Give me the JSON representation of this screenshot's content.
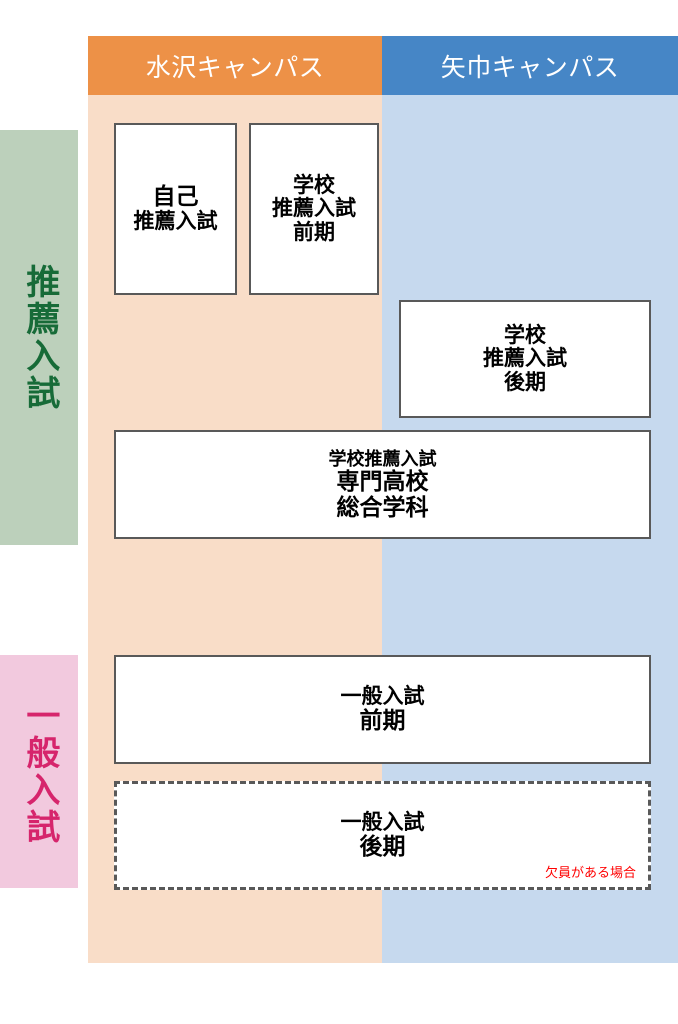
{
  "columns": [
    {
      "key": "mizusawa",
      "header": "水沢キャンパス",
      "header_color": "#ED9147",
      "body_color": "#F9DDC8"
    },
    {
      "key": "yahaba",
      "header": "矢巾キャンパス",
      "header_color": "#4686C6",
      "body_color": "#C6D9EE"
    }
  ],
  "categories": [
    {
      "key": "suisen",
      "label": "推薦入試",
      "text_color": "#176B38",
      "band_color": "#BCD0BB"
    },
    {
      "key": "ippan",
      "label": "一般入試",
      "text_color": "#D6256C",
      "band_color": "#F2C9DE"
    }
  ],
  "boxes": {
    "jiko_suisen": {
      "line1": "自己",
      "line2": "推薦入試"
    },
    "gakko_suisen_zenki": {
      "line1": "学校",
      "line2": "推薦入試",
      "line3": "前期"
    },
    "gakko_suisen_kouki": {
      "line1": "学校",
      "line2": "推薦入試",
      "line3": "後期"
    },
    "senmon_sogo": {
      "line1": "学校推薦入試",
      "line2": "専門高校",
      "line3": "総合学科"
    },
    "ippan_zenki": {
      "line1": "一般入試",
      "line2": "前期"
    },
    "ippan_kouki": {
      "line1": "一般入試",
      "line2": "後期",
      "note": "欠員がある場合",
      "note_color": "#FF0000"
    }
  }
}
